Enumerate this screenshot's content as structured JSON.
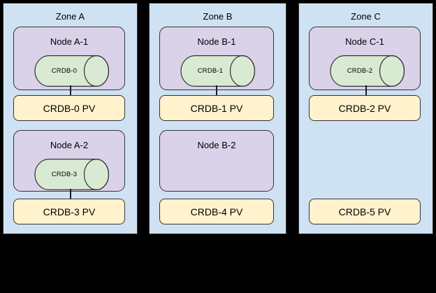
{
  "diagram": {
    "background": "#000000",
    "colors": {
      "zone_fill": "#cfe2f3",
      "node_fill": "#d9d2e9",
      "cylinder_fill": "#d9ead3",
      "pv_fill": "#fff2cc",
      "border": "#333333",
      "text": "#000000",
      "connector": "#1a1a1a"
    },
    "zones": [
      {
        "title": "Zone A",
        "nodes": [
          {
            "title": "Node A-1",
            "cylinder_label": "CRDB-0",
            "pv_label": "CRDB-0 PV",
            "connected": true
          },
          {
            "title": "Node A-2",
            "cylinder_label": "CRDB-3",
            "pv_label": "CRDB-3 PV",
            "connected": true
          }
        ]
      },
      {
        "title": "Zone B",
        "nodes": [
          {
            "title": "Node B-1",
            "cylinder_label": "CRDB-1",
            "pv_label": "CRDB-1 PV",
            "connected": true
          },
          {
            "title": "Node B-2",
            "cylinder_label": null,
            "pv_label": "CRDB-4 PV",
            "connected": false
          }
        ]
      },
      {
        "title": "Zone C",
        "nodes": [
          {
            "title": "Node C-1",
            "cylinder_label": "CRDB-2",
            "pv_label": "CRDB-2 PV",
            "connected": true
          },
          {
            "title": null,
            "cylinder_label": null,
            "pv_label": "CRDB-5 PV",
            "connected": false
          }
        ]
      }
    ]
  }
}
